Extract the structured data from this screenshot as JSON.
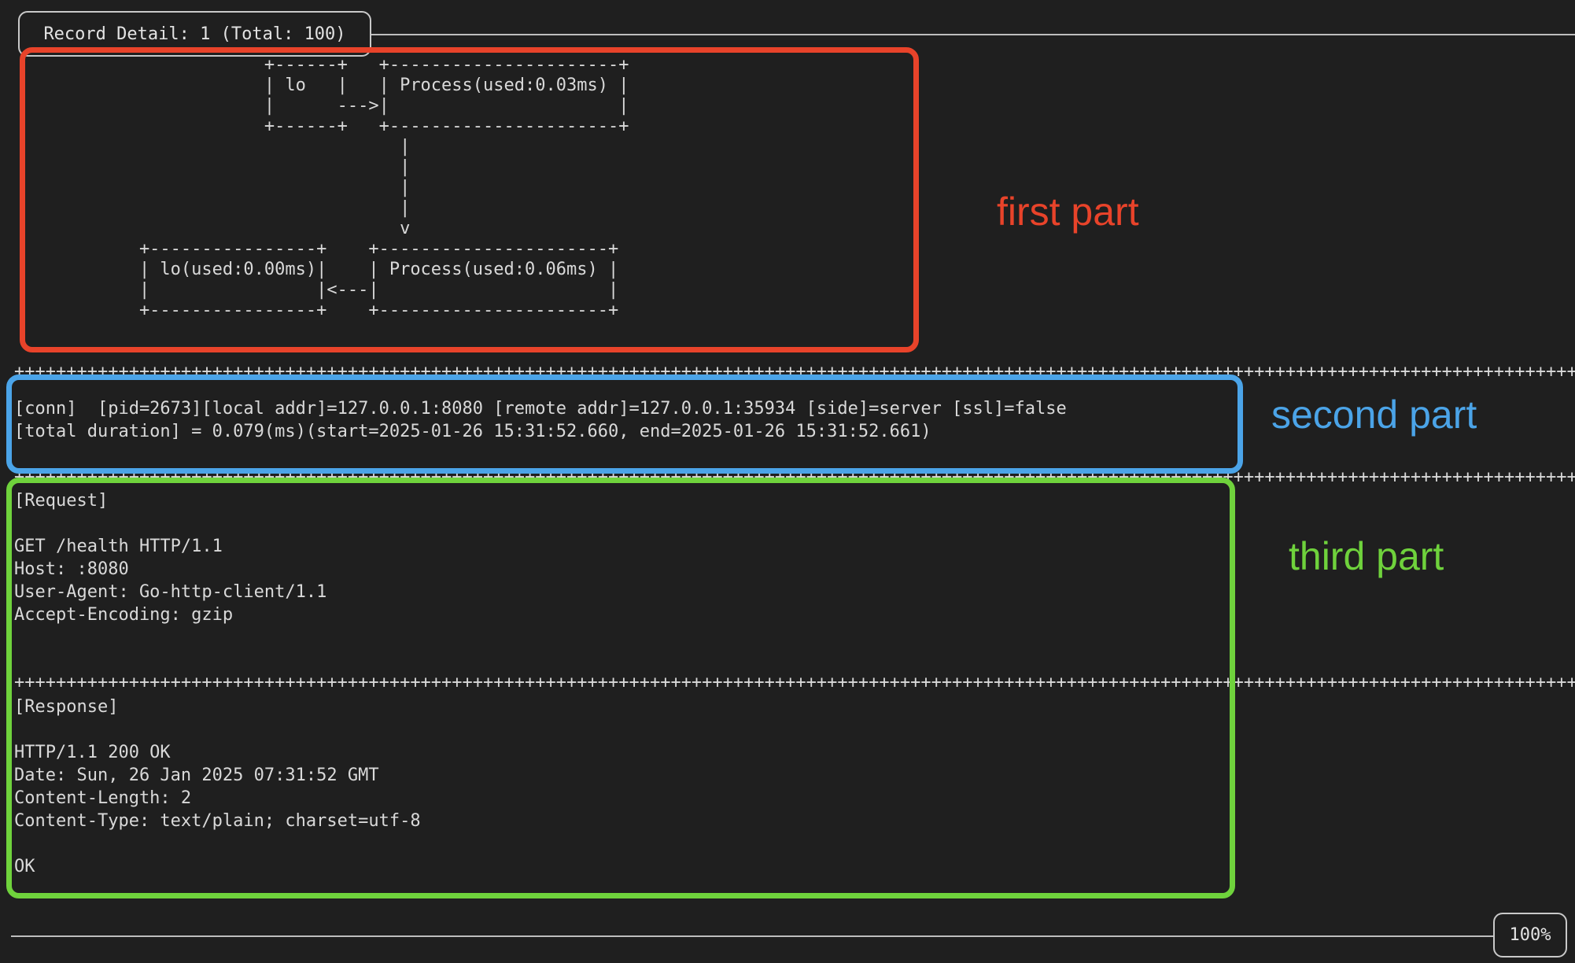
{
  "window": {
    "title": "Record Detail: 1 (Total: 100)",
    "scroll_percent": "100%"
  },
  "terminal": {
    "separator": "++++++++++++++++++++++++++++++++++++++++++++++++++++++++++++++++++++++++++++++++++++++++++++++++++++++++++++++++++++++++++++++++++++++++++++++++++++++++++++++++",
    "diagram": [
      "                        +------+   +----------------------+",
      "                        | lo   |   | Process(used:0.03ms) |",
      "                        |      --->|                      |",
      "                        +------+   +----------------------+",
      "                                     |",
      "                                     |",
      "                                     |",
      "                                     |",
      "                                     v",
      "            +----------------+    +----------------------+",
      "            | lo(used:0.00ms)|    | Process(used:0.06ms) |",
      "            |                |<---|                      |",
      "            +----------------+    +----------------------+"
    ],
    "conn": [
      "[conn]  [pid=2673][local addr]=127.0.0.1:8080 [remote addr]=127.0.0.1:35934 [side]=server [ssl]=false",
      "[total duration] = 0.079(ms)(start=2025-01-26 15:31:52.660, end=2025-01-26 15:31:52.661)"
    ],
    "request": [
      "[Request]",
      "",
      "GET /health HTTP/1.1",
      "Host: :8080",
      "User-Agent: Go-http-client/1.1",
      "Accept-Encoding: gzip"
    ],
    "response": [
      "[Response]",
      "",
      "HTTP/1.1 200 OK",
      "Date: Sun, 26 Jan 2025 07:31:52 GMT",
      "Content-Length: 2",
      "Content-Type: text/plain; charset=utf-8",
      "",
      "OK"
    ]
  },
  "annotations": {
    "first": {
      "label": "first part",
      "color": "#e8432a"
    },
    "second": {
      "label": "second part",
      "color": "#4ba4e8"
    },
    "third": {
      "label": "third part",
      "color": "#6fd23c"
    }
  },
  "colors": {
    "background": "#1f1f1f",
    "terminal_text": "#d9d9d9",
    "frame_border": "#c9c9c9"
  }
}
